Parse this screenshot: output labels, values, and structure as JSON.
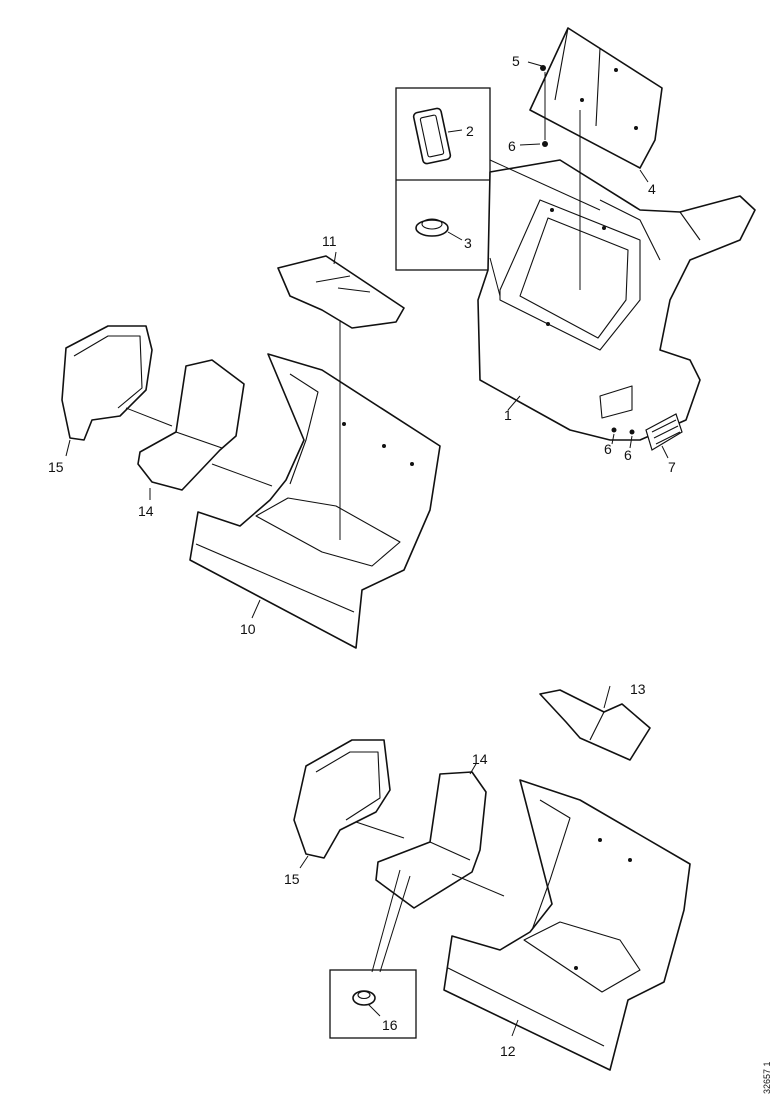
{
  "labels": {
    "l1": "1",
    "l2": "2",
    "l3": "3",
    "l4": "4",
    "l5": "5",
    "l6a": "6",
    "l6b": "6",
    "l6c": "6",
    "l7": "7",
    "l10": "10",
    "l11": "11",
    "l12": "12",
    "l13": "13",
    "l14a": "14",
    "l14b": "14",
    "l15a": "15",
    "l15b": "15",
    "l16": "16"
  },
  "drawing_code": "32657 1"
}
